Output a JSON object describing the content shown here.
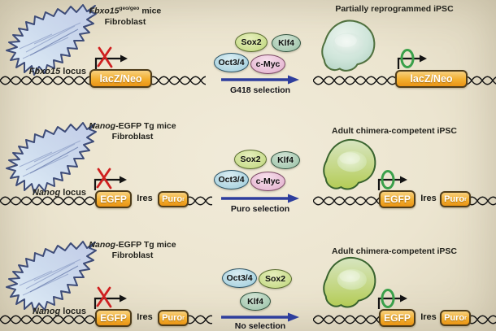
{
  "figure": "iPSC reprogramming and selection strategies",
  "colors": {
    "background": "#ece6d2",
    "selection_arrow": "#2e3e9d",
    "inactive_x": "#cf1f1f",
    "active_ring": "#3aa04a",
    "reporter_box": "#efa21f",
    "factor_sox2": "#cadd8e",
    "factor_klf4": "#a3c7ae",
    "factor_oct34": "#a9d2df",
    "factor_cmyc": "#e5b7d2",
    "fibroblast": "#c9d3ec",
    "ipsc_partial": "#cfe5da",
    "ipsc_competent": "#c5d887"
  },
  "icons": {
    "inactive_promoter": "arrow-with-red-x",
    "active_promoter": "arrow-with-green-ring",
    "dna": "double-helix-line"
  },
  "rows": [
    {
      "title_gene": "Fbxo15",
      "title_sup": "geo/geo",
      "title_rest": " mice",
      "cell_type": "Fibroblast",
      "locus_gene": "Fbxo15",
      "locus_rest": " locus",
      "reporter": "lacZ/Neo",
      "factors": [
        "Sox2",
        "Klf4",
        "Oct3/4",
        "c-Myc"
      ],
      "selection": "G418 selection",
      "result_title": "Partially reprogrammed iPSC"
    },
    {
      "title_gene": "Nanog",
      "title_rest": "-EGFP Tg mice",
      "cell_type": "Fibroblast",
      "locus_gene": "Nanog",
      "locus_rest": " locus",
      "reporter": "EGFP",
      "linker": "Ires",
      "resistance": "Puro",
      "resistance_sup": "r",
      "factors": [
        "Sox2",
        "Klf4",
        "Oct3/4",
        "c-Myc"
      ],
      "selection": "Puro selection",
      "result_title": "Adult chimera-competent iPSC"
    },
    {
      "title_gene": "Nanog",
      "title_rest": "-EGFP Tg mice",
      "cell_type": "Fibroblast",
      "locus_gene": "Nanog",
      "locus_rest": " locus",
      "reporter": "EGFP",
      "linker": "Ires",
      "resistance": "Puro",
      "resistance_sup": "r",
      "factors": [
        "Oct3/4",
        "Sox2",
        "Klf4"
      ],
      "selection": "No selection",
      "result_title": "Adult chimera-competent iPSC"
    }
  ]
}
